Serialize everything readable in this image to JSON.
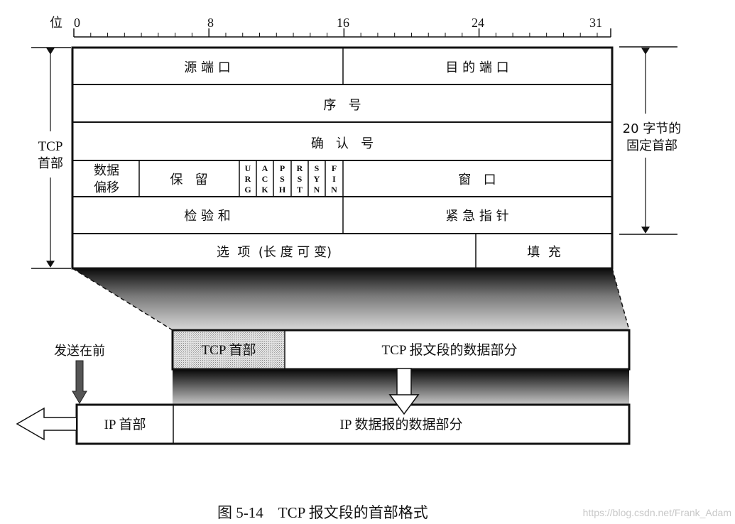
{
  "ruler": {
    "label": "位",
    "ticks": [
      "0",
      "8",
      "16",
      "24",
      "31"
    ]
  },
  "header_fields": {
    "row1": {
      "source_port": "源 端 口",
      "dest_port": "目 的 端 口"
    },
    "row2": {
      "sequence_number": "序   号"
    },
    "row3": {
      "ack_number": "确   认   号"
    },
    "row4": {
      "data_offset_line1": "数据",
      "data_offset_line2": "偏移",
      "reserved": "保   留",
      "flags": [
        {
          "name": "URG",
          "letters": [
            "U",
            "R",
            "G"
          ]
        },
        {
          "name": "ACK",
          "letters": [
            "A",
            "C",
            "K"
          ]
        },
        {
          "name": "PSH",
          "letters": [
            "P",
            "S",
            "H"
          ]
        },
        {
          "name": "RST",
          "letters": [
            "R",
            "S",
            "T"
          ]
        },
        {
          "name": "SYN",
          "letters": [
            "S",
            "Y",
            "N"
          ]
        },
        {
          "name": "FIN",
          "letters": [
            "F",
            "I",
            "N"
          ]
        }
      ],
      "window": "窗   口"
    },
    "row5": {
      "checksum": "检 验 和",
      "urgent_pointer": "紧 急 指 针"
    },
    "row6": {
      "options": "选  项  (长 度 可 变)",
      "padding": "填  充"
    }
  },
  "left_brace": {
    "line1": "TCP",
    "line2": "首部"
  },
  "right_brace": {
    "line1": "20 字节的",
    "line2": "固定首部"
  },
  "tcp_segment": {
    "header": "TCP 首部",
    "data": "TCP 报文段的数据部分"
  },
  "ip_datagram": {
    "header": "IP 首部",
    "data": "IP 数据报的数据部分"
  },
  "send_first_label": "发送在前",
  "caption": "图 5-14    TCP 报文段的首部格式",
  "watermark": "https://blog.csdn.net/Frank_Adam",
  "colors": {
    "line": "#111111",
    "shade_light": "#d4d4d4",
    "shade_dark": "#151515",
    "background": "#ffffff"
  }
}
